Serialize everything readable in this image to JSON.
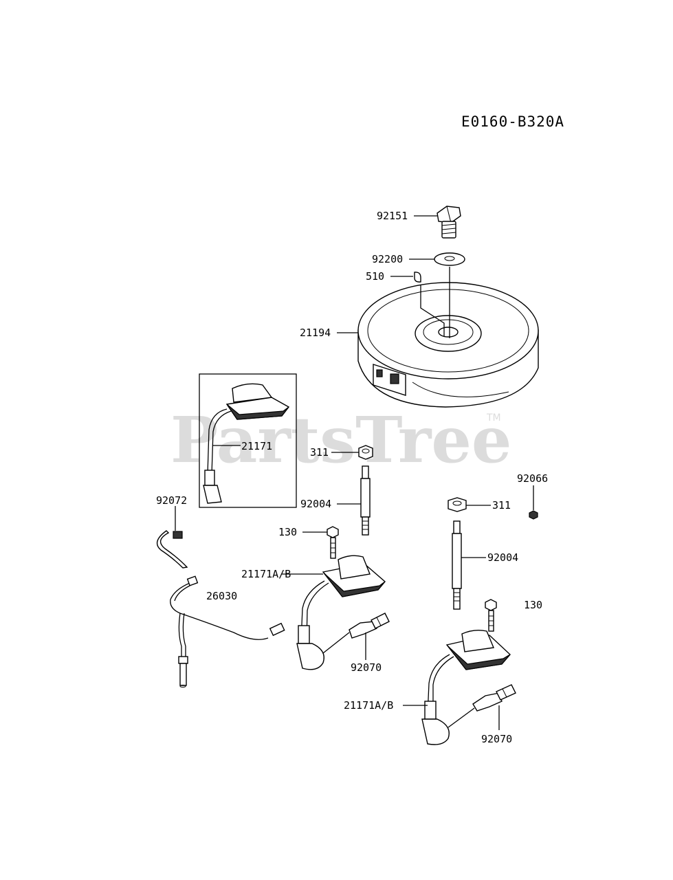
{
  "diagram": {
    "code": "E0160-B320A",
    "watermark": "PartsTree",
    "trademark": "TM",
    "labels": {
      "p92151": "92151",
      "p92200": "92200",
      "p510": "510",
      "p21194": "21194",
      "p21171": "21171",
      "p311_a": "311",
      "p92004_a": "92004",
      "p92066": "92066",
      "p311_b": "311",
      "p92072": "92072",
      "p130_a": "130",
      "p92004_b": "92004",
      "p21171ab_a": "21171A/B",
      "p26030": "26030",
      "p130_b": "130",
      "p92070_a": "92070",
      "p21171ab_b": "21171A/B",
      "p92070_b": "92070"
    }
  }
}
